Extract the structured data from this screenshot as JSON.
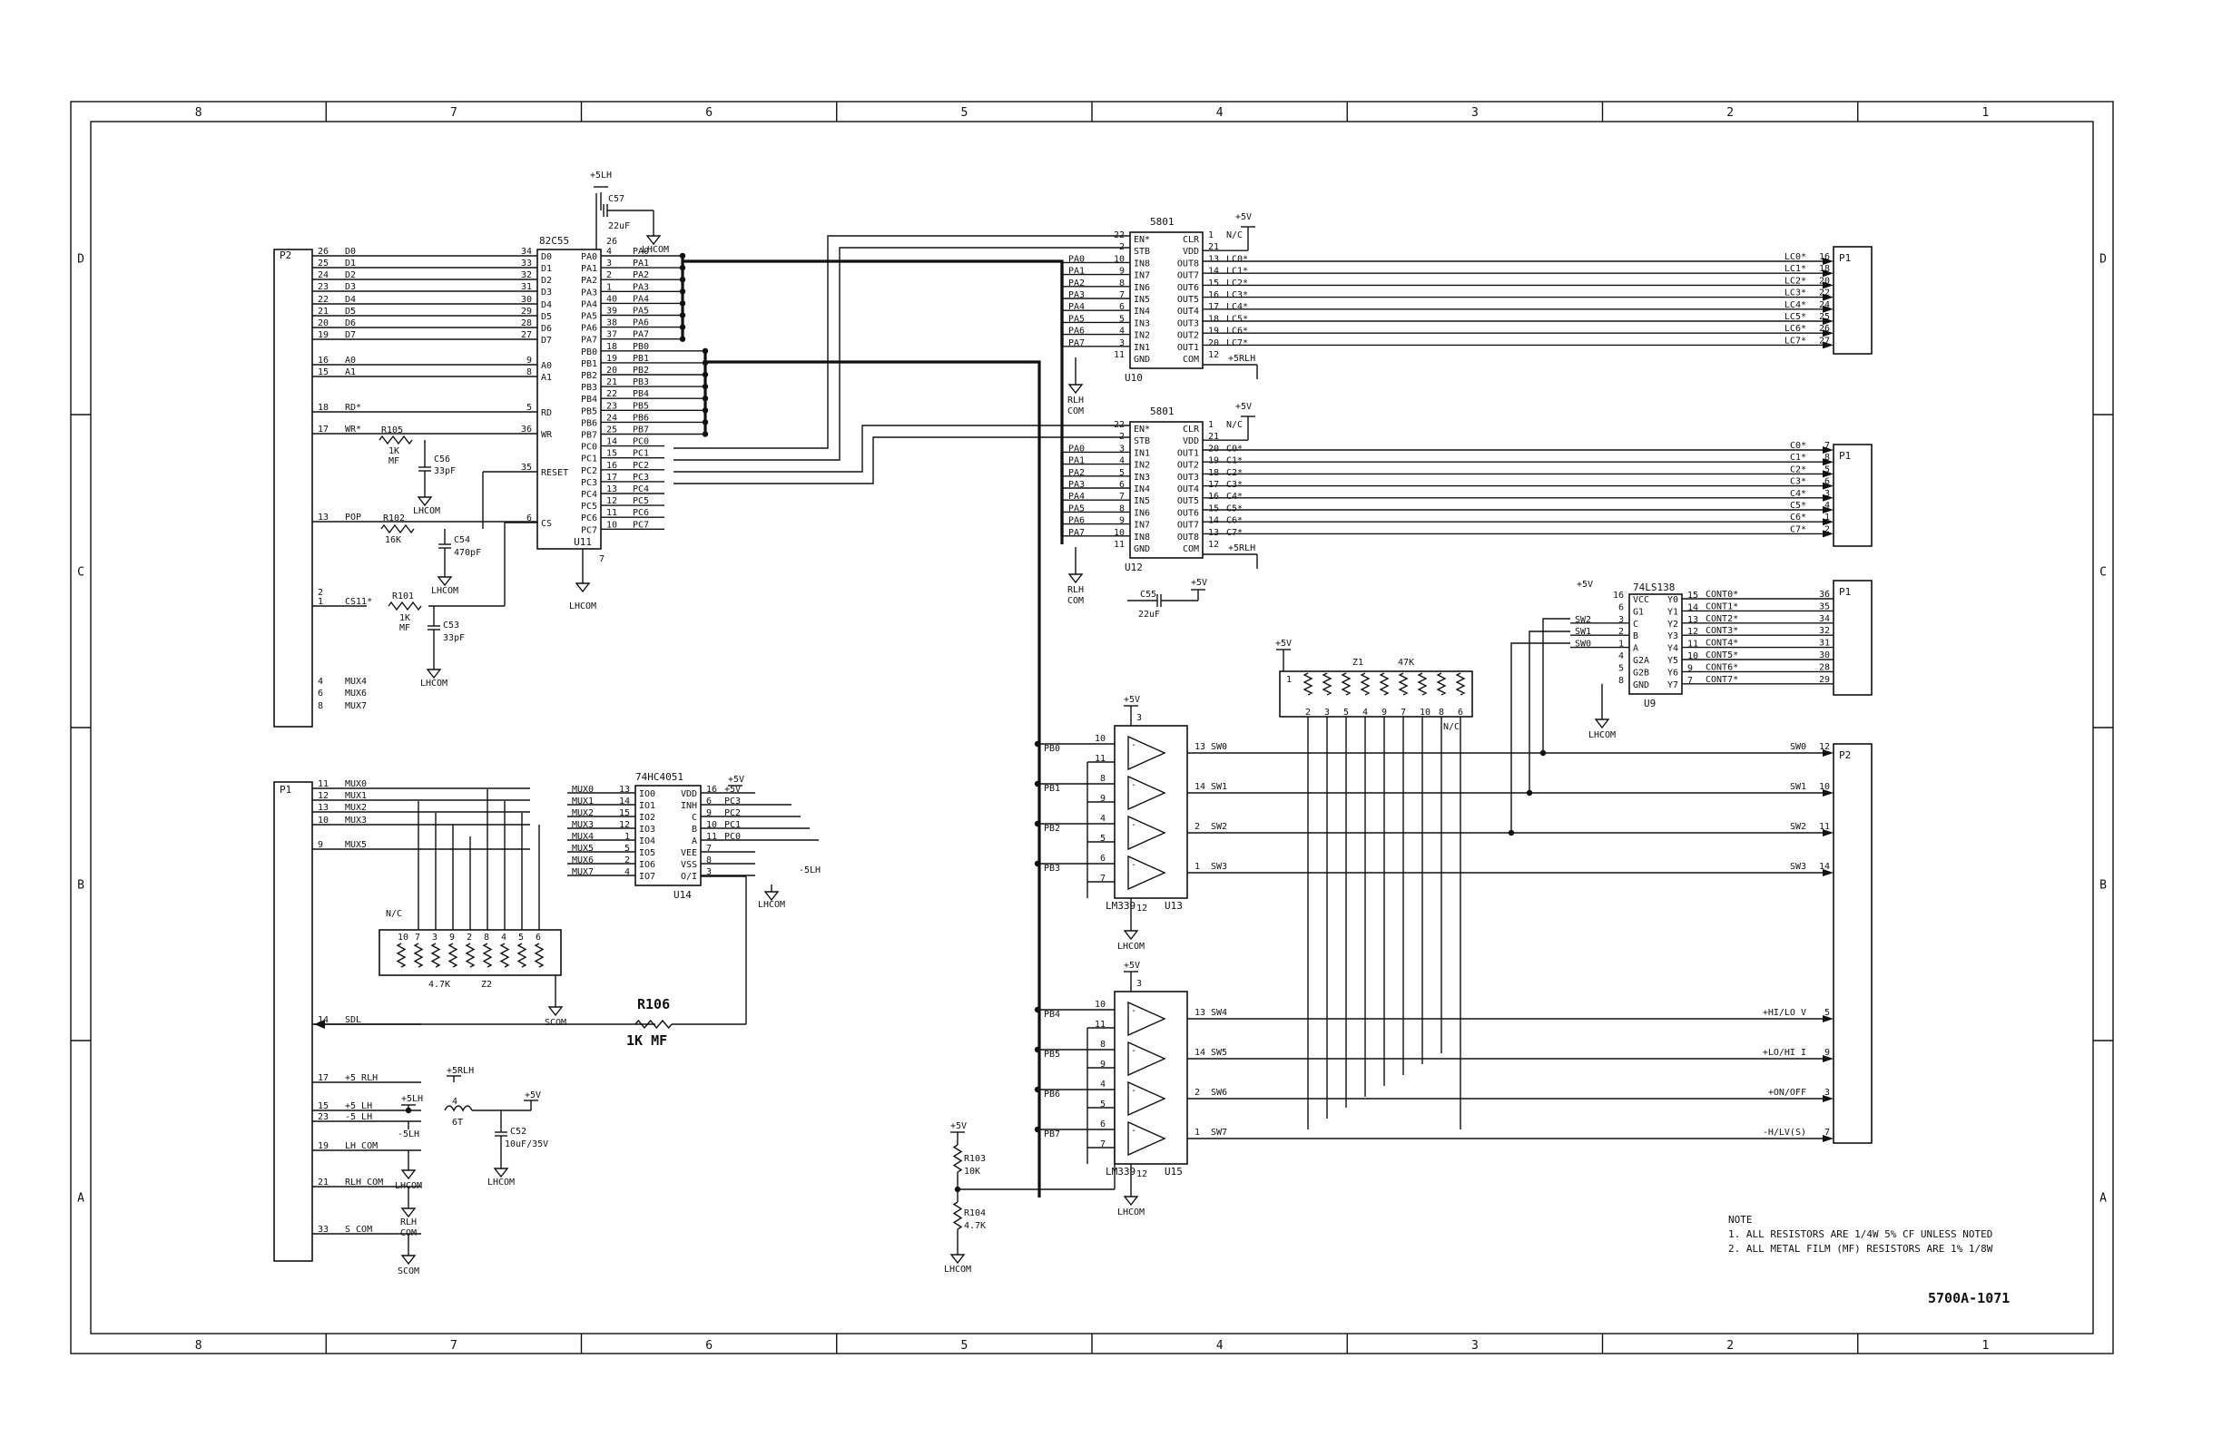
{
  "drawing_number": "5700A-1071",
  "frame": {
    "columns": [
      "8",
      "7",
      "6",
      "5",
      "4",
      "3",
      "2",
      "1"
    ],
    "rows": [
      "D",
      "C",
      "B",
      "A"
    ]
  },
  "notes": {
    "title": "NOTE",
    "lines": [
      "1. ALL RESISTORS ARE 1/4W 5% CF UNLESS NOTED",
      "2. ALL METAL FILM (MF) RESISTORS ARE 1% 1/8W"
    ]
  },
  "connectors": {
    "p2_top": {
      "name": "P2",
      "pins": [
        {
          "pin": "26",
          "sig": "D0"
        },
        {
          "pin": "25",
          "sig": "D1"
        },
        {
          "pin": "24",
          "sig": "D2"
        },
        {
          "pin": "23",
          "sig": "D3"
        },
        {
          "pin": "22",
          "sig": "D4"
        },
        {
          "pin": "21",
          "sig": "D5"
        },
        {
          "pin": "20",
          "sig": "D6"
        },
        {
          "pin": "19",
          "sig": "D7"
        },
        {
          "pin": "16",
          "sig": "A0"
        },
        {
          "pin": "15",
          "sig": "A1"
        },
        {
          "pin": "18",
          "sig": "RD*"
        },
        {
          "pin": "17",
          "sig": "WR*"
        },
        {
          "pin": "13",
          "sig": "POP"
        },
        {
          "pin": "2",
          "sig": ""
        },
        {
          "pin": "1",
          "sig": "CS11*"
        },
        {
          "pin": "4",
          "sig": "MUX4"
        },
        {
          "pin": "6",
          "sig": "MUX6"
        },
        {
          "pin": "8",
          "sig": "MUX7"
        }
      ]
    },
    "p1_left": {
      "name": "P1",
      "pins": [
        {
          "pin": "11",
          "sig": "MUX0"
        },
        {
          "pin": "12",
          "sig": "MUX1"
        },
        {
          "pin": "13",
          "sig": "MUX2"
        },
        {
          "pin": "10",
          "sig": "MUX3"
        },
        {
          "pin": "9",
          "sig": "MUX5"
        },
        {
          "pin": "14",
          "sig": "SDL"
        },
        {
          "pin": "17",
          "sig": "+5 RLH"
        },
        {
          "pin": "15",
          "sig": "+5 LH"
        },
        {
          "pin": "23",
          "sig": "-5 LH"
        },
        {
          "pin": "19",
          "sig": "LH COM"
        },
        {
          "pin": "21",
          "sig": "RLH COM"
        },
        {
          "pin": "33",
          "sig": "S COM"
        }
      ]
    },
    "p1_lc": {
      "name": "P1",
      "pins": [
        {
          "sig": "LC0*",
          "pin": "16"
        },
        {
          "sig": "LC1*",
          "pin": "18"
        },
        {
          "sig": "LC2*",
          "pin": "20"
        },
        {
          "sig": "LC3*",
          "pin": "22"
        },
        {
          "sig": "LC4*",
          "pin": "24"
        },
        {
          "sig": "LC5*",
          "pin": "25"
        },
        {
          "sig": "LC6*",
          "pin": "26"
        },
        {
          "sig": "LC7*",
          "pin": "27"
        }
      ]
    },
    "p1_c": {
      "name": "P1",
      "pins": [
        {
          "sig": "C0*",
          "pin": "7"
        },
        {
          "sig": "C1*",
          "pin": "8"
        },
        {
          "sig": "C2*",
          "pin": "5"
        },
        {
          "sig": "C3*",
          "pin": "6"
        },
        {
          "sig": "C4*",
          "pin": "3"
        },
        {
          "sig": "C5*",
          "pin": "4"
        },
        {
          "sig": "C6*",
          "pin": "1"
        },
        {
          "sig": "C7*",
          "pin": "2"
        }
      ]
    },
    "p1_cont": {
      "name": "P1",
      "pins": [
        {
          "sig": "CONT0*",
          "pin": "36"
        },
        {
          "sig": "CONT1*",
          "pin": "35"
        },
        {
          "sig": "CONT2*",
          "pin": "34"
        },
        {
          "sig": "CONT3*",
          "pin": "32"
        },
        {
          "sig": "CONT4*",
          "pin": "31"
        },
        {
          "sig": "CONT5*",
          "pin": "30"
        },
        {
          "sig": "CONT6*",
          "pin": "28"
        },
        {
          "sig": "CONT7*",
          "pin": "29"
        }
      ]
    },
    "p2_sw": {
      "name": "P2",
      "pins": [
        {
          "sig": "SW0",
          "pin": "12"
        },
        {
          "sig": "SW1",
          "pin": "10"
        },
        {
          "sig": "SW2",
          "pin": "11"
        },
        {
          "sig": "SW3",
          "pin": "14"
        },
        {
          "sig": "+HI/LO V",
          "pin": "5"
        },
        {
          "sig": "+LO/HI I",
          "pin": "9"
        },
        {
          "sig": "+ON/OFF",
          "pin": "3"
        },
        {
          "sig": "-H/LV(S)",
          "pin": "7"
        }
      ]
    }
  },
  "ics": {
    "u11": {
      "part": "82C55",
      "ref": "U11",
      "vcc_pin": "26",
      "gnd_pin": "7",
      "d_pins": [
        {
          "pin": "34",
          "name": "D0"
        },
        {
          "pin": "33",
          "name": "D1"
        },
        {
          "pin": "32",
          "name": "D2"
        },
        {
          "pin": "31",
          "name": "D3"
        },
        {
          "pin": "30",
          "name": "D4"
        },
        {
          "pin": "29",
          "name": "D5"
        },
        {
          "pin": "28",
          "name": "D6"
        },
        {
          "pin": "27",
          "name": "D7"
        }
      ],
      "ctrl_pins": [
        {
          "pin": "9",
          "name": "A0"
        },
        {
          "pin": "8",
          "name": "A1"
        },
        {
          "pin": "5",
          "name": "RD"
        },
        {
          "pin": "36",
          "name": "WR"
        },
        {
          "pin": "35",
          "name": "RESET"
        },
        {
          "pin": "6",
          "name": "CS"
        }
      ],
      "right_pins": [
        {
          "pin": "4",
          "name": "PA0"
        },
        {
          "pin": "3",
          "name": "PA1"
        },
        {
          "pin": "2",
          "name": "PA2"
        },
        {
          "pin": "1",
          "name": "PA3"
        },
        {
          "pin": "40",
          "name": "PA4"
        },
        {
          "pin": "39",
          "name": "PA5"
        },
        {
          "pin": "38",
          "name": "PA6"
        },
        {
          "pin": "37",
          "name": "PA7"
        },
        {
          "pin": "18",
          "name": "PB0"
        },
        {
          "pin": "19",
          "name": "PB1"
        },
        {
          "pin": "20",
          "name": "PB2"
        },
        {
          "pin": "21",
          "name": "PB3"
        },
        {
          "pin": "22",
          "name": "PB4"
        },
        {
          "pin": "23",
          "name": "PB5"
        },
        {
          "pin": "24",
          "name": "PB6"
        },
        {
          "pin": "25",
          "name": "PB7"
        },
        {
          "pin": "14",
          "name": "PC0"
        },
        {
          "pin": "15",
          "name": "PC1"
        },
        {
          "pin": "16",
          "name": "PC2"
        },
        {
          "pin": "17",
          "name": "PC3"
        },
        {
          "pin": "13",
          "name": "PC4"
        },
        {
          "pin": "12",
          "name": "PC5"
        },
        {
          "pin": "11",
          "name": "PC6"
        },
        {
          "pin": "10",
          "name": "PC7"
        }
      ]
    },
    "u10": {
      "part": "5801",
      "ref": "U10",
      "left": [
        {
          "pin": "22",
          "name": "EN*",
          "net": ""
        },
        {
          "pin": "2",
          "name": "STB",
          "net": ""
        },
        {
          "pin": "10",
          "name": "IN8",
          "net": "PA0"
        },
        {
          "pin": "9",
          "name": "IN7",
          "net": "PA1"
        },
        {
          "pin": "8",
          "name": "IN6",
          "net": "PA2"
        },
        {
          "pin": "7",
          "name": "IN5",
          "net": "PA3"
        },
        {
          "pin": "6",
          "name": "IN4",
          "net": "PA4"
        },
        {
          "pin": "5",
          "name": "IN3",
          "net": "PA5"
        },
        {
          "pin": "4",
          "name": "IN2",
          "net": "PA6"
        },
        {
          "pin": "3",
          "name": "IN1",
          "net": "PA7"
        },
        {
          "pin": "11",
          "name": "GND",
          "net": ""
        }
      ],
      "right": [
        {
          "pin": "1",
          "name": "CLR",
          "net": "N/C"
        },
        {
          "pin": "21",
          "name": "VDD",
          "net": ""
        },
        {
          "pin": "13",
          "name": "OUT8",
          "net": "LC0*"
        },
        {
          "pin": "14",
          "name": "OUT7",
          "net": "LC1*"
        },
        {
          "pin": "15",
          "name": "OUT6",
          "net": "LC2*"
        },
        {
          "pin": "16",
          "name": "OUT5",
          "net": "LC3*"
        },
        {
          "pin": "17",
          "name": "OUT4",
          "net": "LC4*"
        },
        {
          "pin": "18",
          "name": "OUT3",
          "net": "LC5*"
        },
        {
          "pin": "19",
          "name": "OUT2",
          "net": "LC6*"
        },
        {
          "pin": "20",
          "name": "OUT1",
          "net": "LC7*"
        },
        {
          "pin": "12",
          "name": "COM",
          "net": ""
        }
      ],
      "com": "RLH COM",
      "supply": "+5RLH"
    },
    "u12": {
      "part": "5801",
      "ref": "U12",
      "left": [
        {
          "pin": "22",
          "name": "EN*",
          "net": ""
        },
        {
          "pin": "2",
          "name": "STB",
          "net": ""
        },
        {
          "pin": "3",
          "name": "IN1",
          "net": "PA0"
        },
        {
          "pin": "4",
          "name": "IN2",
          "net": "PA1"
        },
        {
          "pin": "5",
          "name": "IN3",
          "net": "PA2"
        },
        {
          "pin": "6",
          "name": "IN4",
          "net": "PA3"
        },
        {
          "pin": "7",
          "name": "IN5",
          "net": "PA4"
        },
        {
          "pin": "8",
          "name": "IN6",
          "net": "PA5"
        },
        {
          "pin": "9",
          "name": "IN7",
          "net": "PA6"
        },
        {
          "pin": "10",
          "name": "IN8",
          "net": "PA7"
        },
        {
          "pin": "11",
          "name": "GND",
          "net": ""
        }
      ],
      "right": [
        {
          "pin": "1",
          "name": "CLR",
          "net": "N/C"
        },
        {
          "pin": "21",
          "name": "VDD",
          "net": ""
        },
        {
          "pin": "20",
          "name": "OUT1",
          "net": "C0*"
        },
        {
          "pin": "19",
          "name": "OUT2",
          "net": "C1*"
        },
        {
          "pin": "18",
          "name": "OUT3",
          "net": "C2*"
        },
        {
          "pin": "17",
          "name": "OUT4",
          "net": "C3*"
        },
        {
          "pin": "16",
          "name": "OUT5",
          "net": "C4*"
        },
        {
          "pin": "15",
          "name": "OUT6",
          "net": "C5*"
        },
        {
          "pin": "14",
          "name": "OUT7",
          "net": "C6*"
        },
        {
          "pin": "13",
          "name": "OUT8",
          "net": "C7*"
        },
        {
          "pin": "12",
          "name": "COM",
          "net": ""
        }
      ],
      "com": "RLH COM",
      "supply": "+5RLH"
    },
    "u9": {
      "part": "74LS138",
      "ref": "U9",
      "left": [
        {
          "pin": "16",
          "name": "VCC",
          "net": "+5V"
        },
        {
          "pin": "6",
          "name": "G1",
          "net": ""
        },
        {
          "pin": "3",
          "name": "C",
          "net": "SW2"
        },
        {
          "pin": "2",
          "name": "B",
          "net": "SW1"
        },
        {
          "pin": "1",
          "name": "A",
          "net": "SW0"
        },
        {
          "pin": "4",
          "name": "G2A",
          "net": ""
        },
        {
          "pin": "5",
          "name": "G2B",
          "net": ""
        },
        {
          "pin": "8",
          "name": "GND",
          "net": ""
        }
      ],
      "right": [
        {
          "pin": "15",
          "name": "Y0"
        },
        {
          "pin": "14",
          "name": "Y1"
        },
        {
          "pin": "13",
          "name": "Y2"
        },
        {
          "pin": "12",
          "name": "Y3"
        },
        {
          "pin": "11",
          "name": "Y4"
        },
        {
          "pin": "10",
          "name": "Y5"
        },
        {
          "pin": "9",
          "name": "Y6"
        },
        {
          "pin": "7",
          "name": "Y7"
        }
      ]
    },
    "u14": {
      "part": "74HC4051",
      "ref": "U14",
      "left": [
        {
          "pin": "13",
          "name": "IO0",
          "net": "MUX0"
        },
        {
          "pin": "14",
          "name": "IO1",
          "net": "MUX1"
        },
        {
          "pin": "15",
          "name": "IO2",
          "net": "MUX2"
        },
        {
          "pin": "12",
          "name": "IO3",
          "net": "MUX3"
        },
        {
          "pin": "1",
          "name": "IO4",
          "net": "MUX4"
        },
        {
          "pin": "5",
          "name": "IO5",
          "net": "MUX5"
        },
        {
          "pin": "2",
          "name": "IO6",
          "net": "MUX6"
        },
        {
          "pin": "4",
          "name": "IO7",
          "net": "MUX7"
        }
      ],
      "right": [
        {
          "pin": "16",
          "name": "VDD",
          "net": "+5V"
        },
        {
          "pin": "6",
          "name": "INH",
          "net": "PC3"
        },
        {
          "pin": "9",
          "name": "C",
          "net": "PC2"
        },
        {
          "pin": "10",
          "name": "B",
          "net": "PC1"
        },
        {
          "pin": "11",
          "name": "A",
          "net": "PC0"
        },
        {
          "pin": "7",
          "name": "VEE",
          "net": ""
        },
        {
          "pin": "8",
          "name": "VSS",
          "net": ""
        },
        {
          "pin": "3",
          "name": "O/I",
          "net": ""
        }
      ]
    },
    "u13": {
      "part": "LM339",
      "ref": "U13",
      "vcc": "+5V",
      "vcc_pin": "3",
      "gnd_pin": "12",
      "gnd": "LHCOM",
      "comparators": [
        {
          "in_a": "10",
          "in_b": "11",
          "out": "13",
          "net_in": "PB0",
          "net_out": "SW0"
        },
        {
          "in_a": "8",
          "in_b": "9",
          "out": "14",
          "net_in": "PB1",
          "net_out": "SW1"
        },
        {
          "in_a": "4",
          "in_b": "5",
          "out": "2",
          "net_in": "PB2",
          "net_out": "SW2"
        },
        {
          "in_a": "6",
          "in_b": "7",
          "out": "1",
          "net_in": "PB3",
          "net_out": "SW3"
        }
      ]
    },
    "u15": {
      "part": "LM339",
      "ref": "U15",
      "vcc": "+5V",
      "vcc_pin": "3",
      "gnd_pin": "12",
      "gnd": "LHCOM",
      "comparators": [
        {
          "in_a": "10",
          "in_b": "11",
          "out": "13",
          "net_in": "PB4",
          "net_out": "SW4"
        },
        {
          "in_a": "8",
          "in_b": "9",
          "out": "14",
          "net_in": "PB5",
          "net_out": "SW5"
        },
        {
          "in_a": "4",
          "in_b": "5",
          "out": "2",
          "net_in": "PB6",
          "net_out": "SW6"
        },
        {
          "in_a": "6",
          "in_b": "7",
          "out": "1",
          "net_in": "PB7",
          "net_out": "SW7"
        }
      ]
    }
  },
  "networks": {
    "z1": {
      "ref": "Z1",
      "value": "47K",
      "pins": [
        "1",
        "2",
        "3",
        "5",
        "4",
        "9",
        "7",
        "10",
        "8",
        "6"
      ],
      "nc": "N/C"
    },
    "z2": {
      "ref": "Z2",
      "value": "4.7K",
      "pins": [
        "10",
        "7",
        "3",
        "9",
        "2",
        "8",
        "4",
        "5",
        "6"
      ],
      "nc": "N/C"
    }
  },
  "passives": {
    "c57": {
      "ref": "C57",
      "value": "22uF"
    },
    "r105": {
      "ref": "R105",
      "value": "1K",
      "note": "MF"
    },
    "c56": {
      "ref": "C56",
      "value": "33pF"
    },
    "r102": {
      "ref": "R102",
      "value": "16K"
    },
    "c54": {
      "ref": "C54",
      "value": "470pF"
    },
    "r101": {
      "ref": "R101",
      "value": "1K",
      "note": "MF"
    },
    "c53": {
      "ref": "C53",
      "value": "33pF"
    },
    "c55": {
      "ref": "C55",
      "value": "22uF"
    },
    "r106": {
      "ref": "R106",
      "value": "1K MF"
    },
    "r103": {
      "ref": "R103",
      "value": "10K"
    },
    "r104": {
      "ref": "R104",
      "value": "4.7K"
    },
    "l1": {
      "ref": "4",
      "value": "6T"
    },
    "c52": {
      "ref": "C52",
      "value": "10uF/35V"
    }
  },
  "power": {
    "slh": "+5LH",
    "v5": "+5V",
    "srlh": "+5RLH",
    "neg5lh": "-5LH",
    "neg5": "-5LH",
    "lhcom": "LHCOM",
    "rlh_com": "RLH COM",
    "rlh": "RLH",
    "com": "COM",
    "scom": "SCOM",
    "nc": "N/C"
  }
}
